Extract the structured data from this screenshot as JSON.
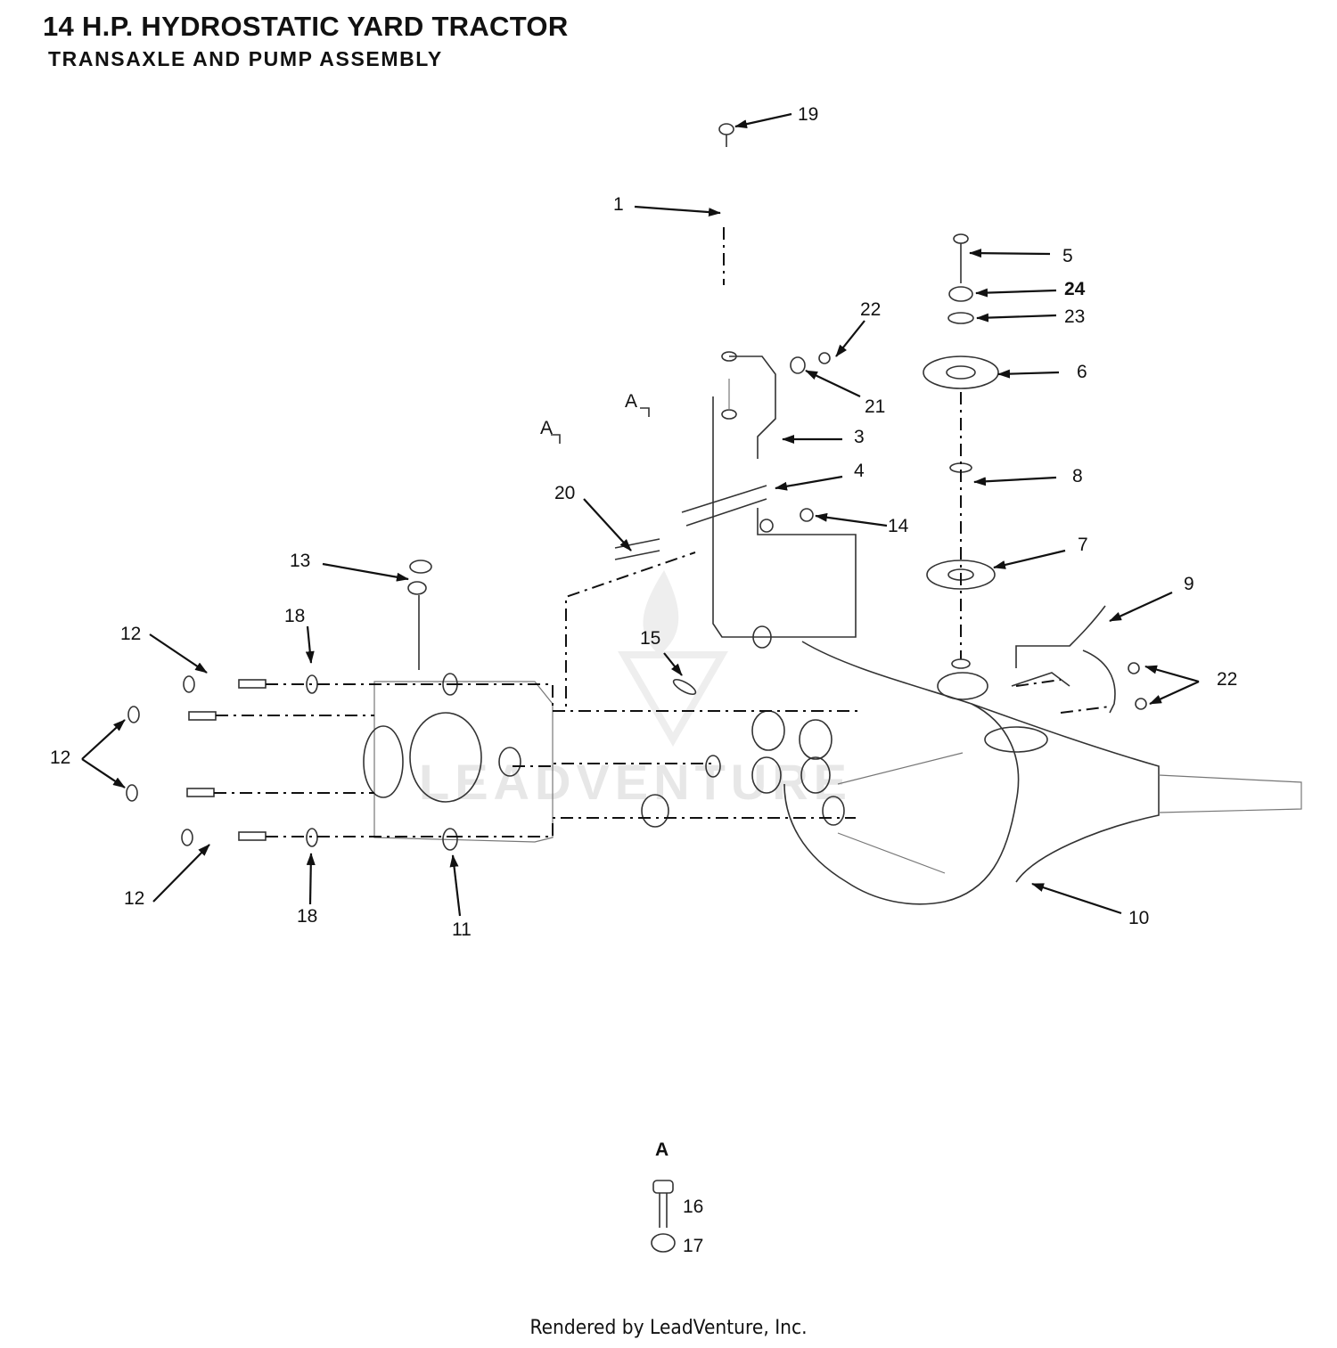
{
  "header": {
    "title": "14 H.P. HYDROSTATIC YARD TRACTOR",
    "subtitle": "TRANSAXLE AND PUMP ASSEMBLY"
  },
  "watermark": "LEADVENTURE",
  "callouts": {
    "c1": "1",
    "c3": "3",
    "c4": "4",
    "c5": "5",
    "c6": "6",
    "c7": "7",
    "c8": "8",
    "c9": "9",
    "c10": "10",
    "c11": "11",
    "c12a": "12",
    "c12b": "12",
    "c12c": "12",
    "c13": "13",
    "c14": "14",
    "c15": "15",
    "c16": "16",
    "c17": "17",
    "c18a": "18",
    "c18b": "18",
    "c19": "19",
    "c20": "20",
    "c21": "21",
    "c22a": "22",
    "c22b": "22",
    "c23": "23",
    "c24": "24"
  },
  "detail_refs": {
    "a1": "A",
    "a2": "A",
    "a3": "A"
  },
  "footer": "Rendered by LeadVenture, Inc."
}
